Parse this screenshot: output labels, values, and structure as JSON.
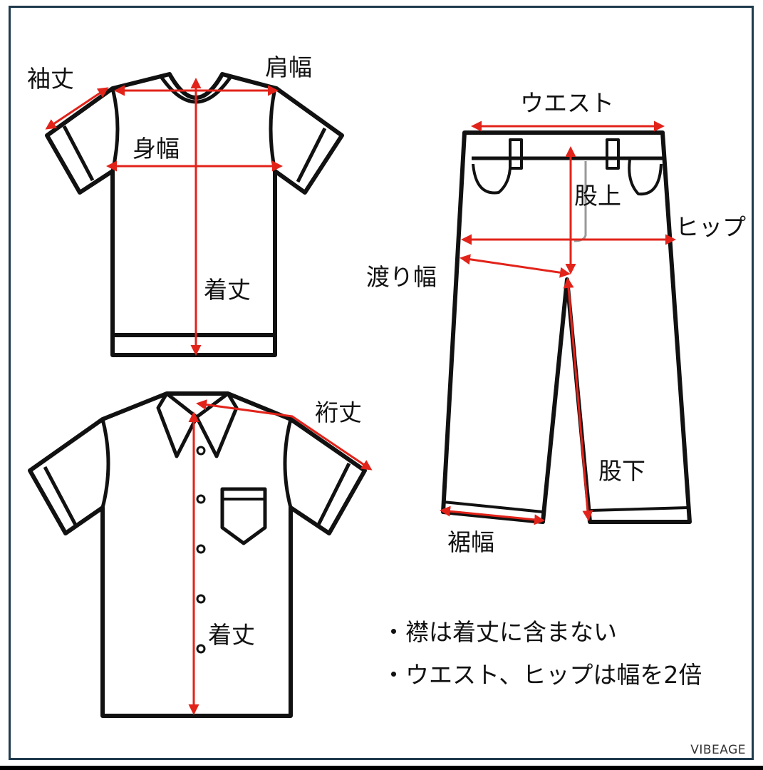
{
  "tshirt": {
    "sleeve_length": "袖丈",
    "shoulder_width": "肩幅",
    "body_width": "身幅",
    "length": "着丈"
  },
  "shirt": {
    "sleeve_length_from_center": "裄丈",
    "length": "着丈"
  },
  "pants": {
    "waist": "ウエスト",
    "rise": "股上",
    "hip": "ヒップ",
    "thigh_width": "渡り幅",
    "inseam": "股下",
    "hem_width": "裾幅"
  },
  "notes": [
    "・襟は着丈に含まない",
    "・ウエスト、ヒップは幅を2倍"
  ],
  "brand": "VIBEAGE",
  "colors": {
    "measure": "#e2231a",
    "outline": "#111111",
    "frame": "#1f3a4d"
  }
}
